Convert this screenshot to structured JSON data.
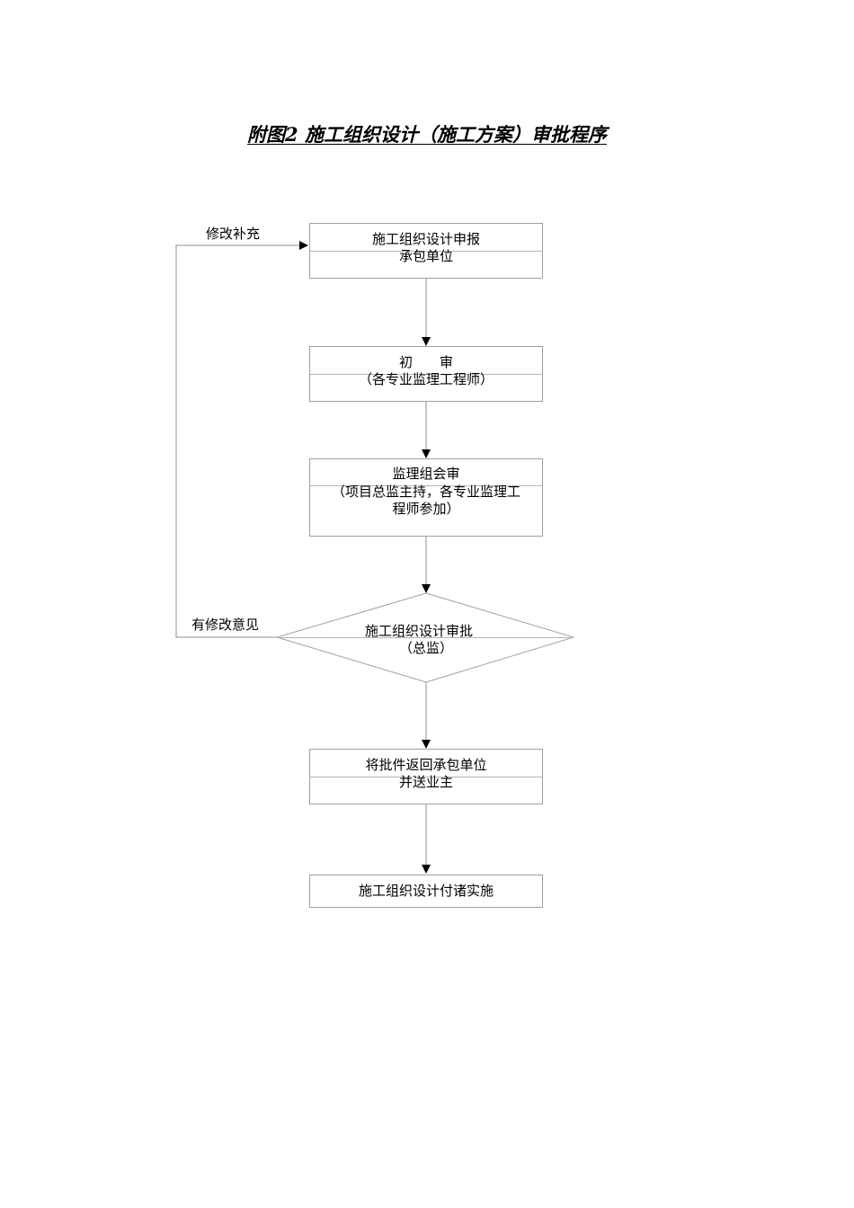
{
  "title": "附图2  施工组织设计（施工方案）审批程序",
  "nodes": [
    {
      "id": "submit",
      "shape": "box",
      "lines": [
        "施工组织设计申报",
        "承包单位"
      ]
    },
    {
      "id": "initial-review",
      "shape": "box",
      "lines": [
        "初　　审",
        "（各专业监理工程师）"
      ]
    },
    {
      "id": "group-review",
      "shape": "box",
      "lines": [
        "监理组会审",
        "（项目总监主持，各专业监理工",
        "程师参加）"
      ]
    },
    {
      "id": "approval",
      "shape": "diamond",
      "lines": [
        "施工组织设计审批",
        "（总监）"
      ]
    },
    {
      "id": "return",
      "shape": "box",
      "lines": [
        "将批件返回承包单位",
        "并送业主"
      ]
    },
    {
      "id": "implement",
      "shape": "box",
      "lines": [
        "施工组织设计付诸实施"
      ]
    }
  ],
  "feedback": {
    "top_label": "修改补充",
    "bottom_label": "有修改意见"
  },
  "colors": {
    "box_border": "#a0a0a0",
    "connector": "#8c8c8c",
    "text": "#000000"
  }
}
